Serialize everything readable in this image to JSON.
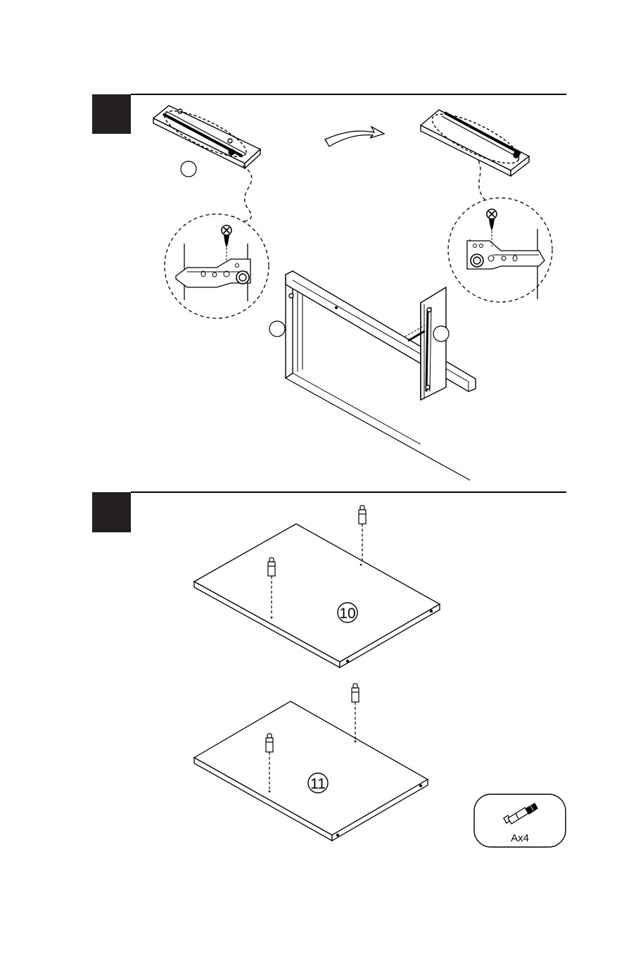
{
  "steps": [
    {
      "badge": ""
    },
    {
      "badge": ""
    }
  ],
  "panels": {
    "top_panel": "10",
    "bottom_panel": "11"
  },
  "hardware": {
    "label": "Ax4"
  }
}
